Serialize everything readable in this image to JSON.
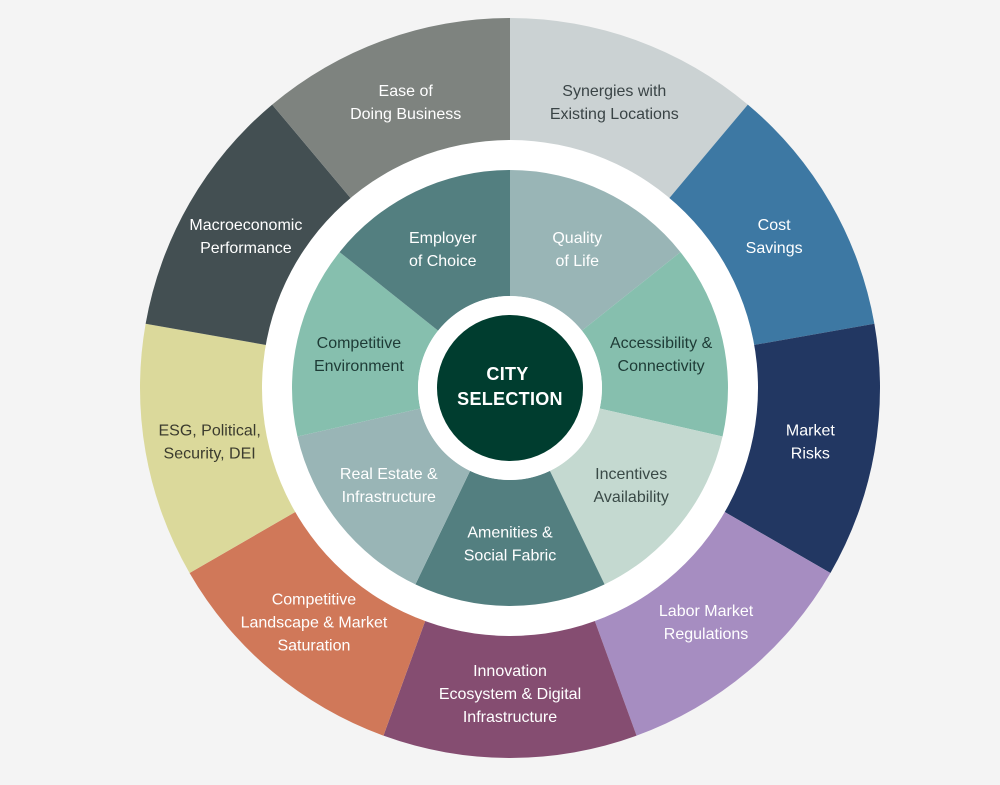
{
  "center": {
    "lines": [
      "CITY",
      "SELECTION"
    ],
    "color": "#003d2f",
    "text_color": "#ffffff"
  },
  "inner_ring": [
    {
      "label": [
        "Quality",
        "of Life"
      ],
      "color": "#99b5b6",
      "text_color": "#ffffff"
    },
    {
      "label": [
        "Accessibility &",
        "Connectivity"
      ],
      "color": "#86bfae",
      "text_color": "#1e3b36"
    },
    {
      "label": [
        "Incentives",
        "Availability"
      ],
      "color": "#c4d9d0",
      "text_color": "#3a4a47"
    },
    {
      "label": [
        "Amenities &",
        "Social Fabric"
      ],
      "color": "#537f80",
      "text_color": "#ffffff"
    },
    {
      "label": [
        "Real Estate &",
        "Infrastructure"
      ],
      "color": "#99b5b6",
      "text_color": "#ffffff"
    },
    {
      "label": [
        "Competitive",
        "Environment"
      ],
      "color": "#86bfae",
      "text_color": "#1e3b36"
    },
    {
      "label": [
        "Employer",
        "of Choice"
      ],
      "color": "#537f80",
      "text_color": "#ffffff"
    }
  ],
  "outer_ring": [
    {
      "label": [
        "Synergies with",
        "Existing Locations"
      ],
      "color": "#cbd2d3",
      "text_color": "#3a4446"
    },
    {
      "label": [
        "Cost",
        "Savings"
      ],
      "color": "#3d78a3",
      "text_color": "#ffffff"
    },
    {
      "label": [
        "Market",
        "Risks"
      ],
      "color": "#223762",
      "text_color": "#ffffff"
    },
    {
      "label": [
        "Labor Market",
        "Regulations"
      ],
      "color": "#a68dc1",
      "text_color": "#ffffff"
    },
    {
      "label": [
        "Innovation",
        "Ecosystem & Digital",
        "Infrastructure"
      ],
      "color": "#854d71",
      "text_color": "#ffffff"
    },
    {
      "label": [
        "Competitive",
        "Landscape & Market",
        "Saturation"
      ],
      "color": "#d07859",
      "text_color": "#ffffff"
    },
    {
      "label": [
        "ESG, Political,",
        "Security, DEI"
      ],
      "color": "#dbd99b",
      "text_color": "#3b3b2e"
    },
    {
      "label": [
        "Macroeconomic",
        "Performance"
      ],
      "color": "#434f52",
      "text_color": "#ffffff"
    },
    {
      "label": [
        "Ease of",
        "Doing Business"
      ],
      "color": "#7e837f",
      "text_color": "#ffffff"
    }
  ],
  "colors": {
    "background": "#f4f4f4",
    "ring_gap": "#ffffff"
  }
}
